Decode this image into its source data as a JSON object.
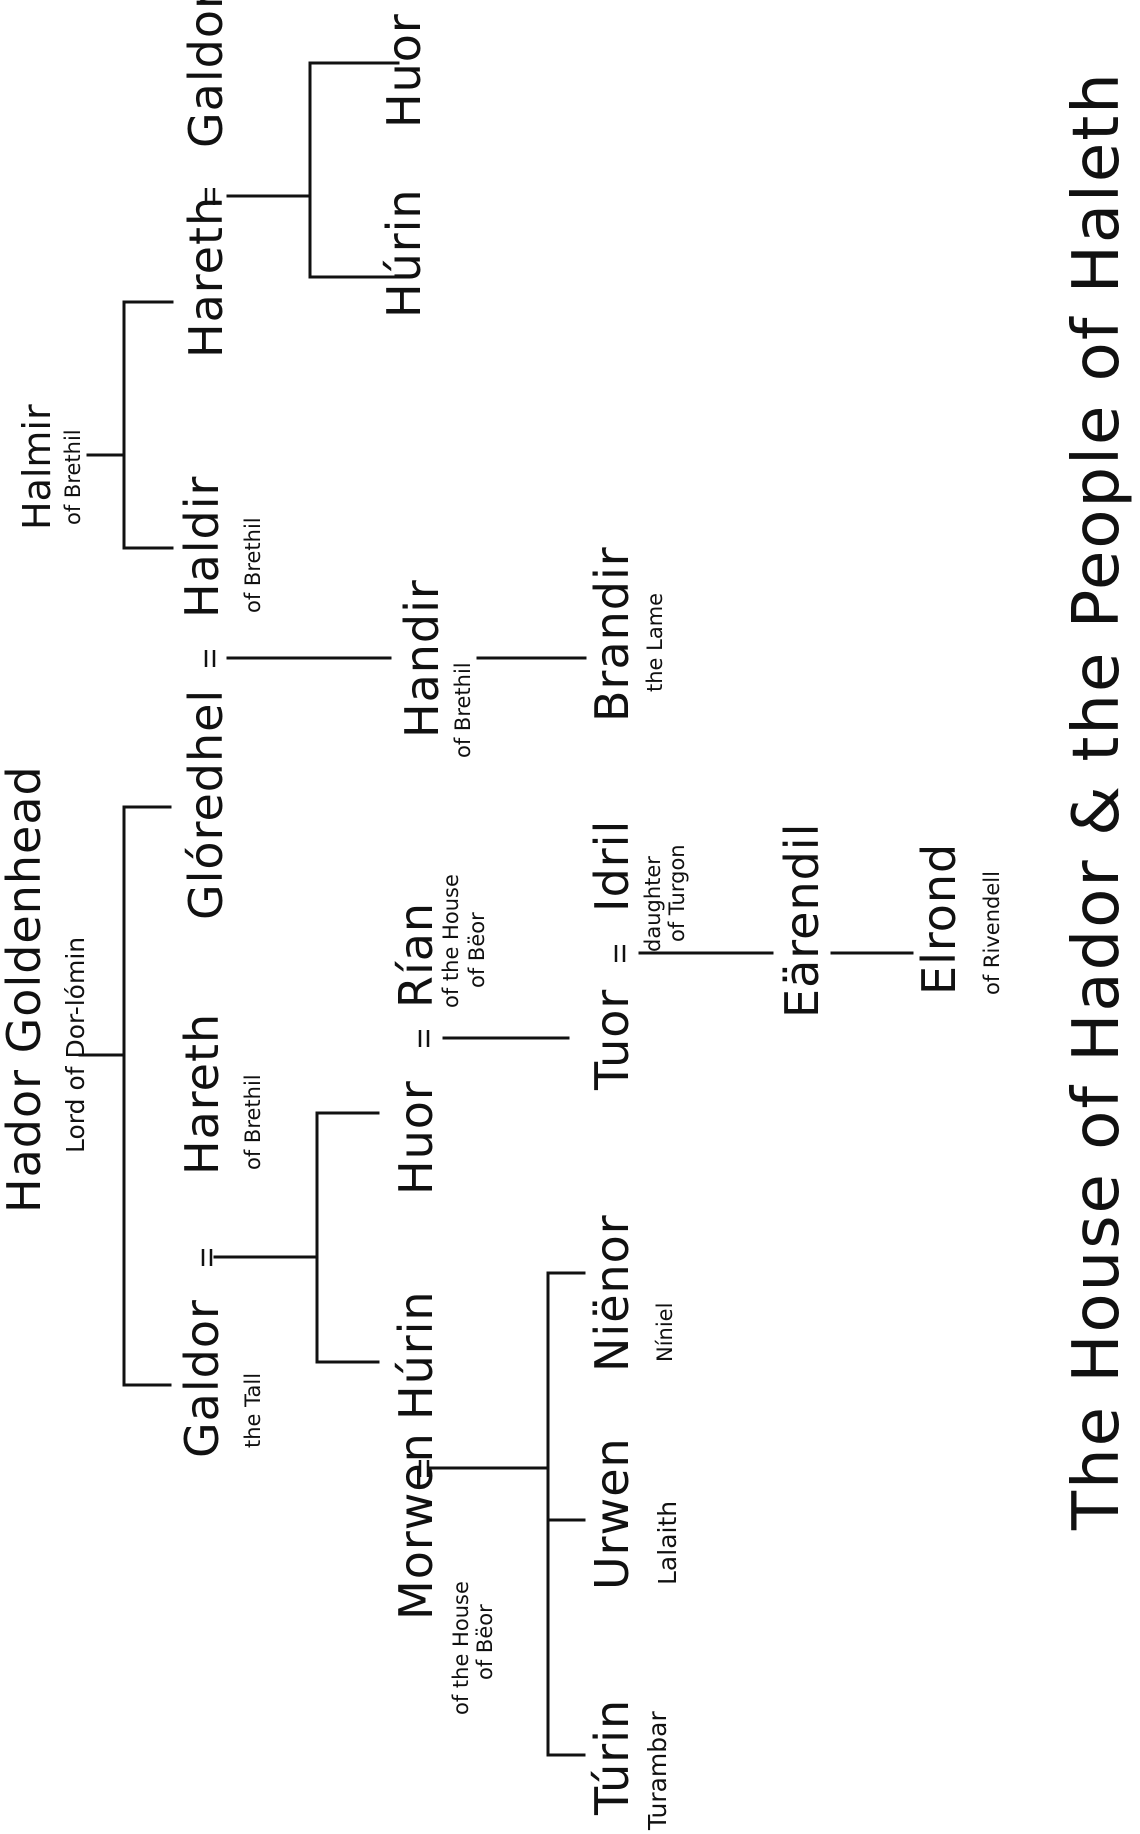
{
  "diagram": {
    "title": "The House of Hador & the People of Haleth",
    "persons": {
      "hador": {
        "name": "Hador Goldenhead",
        "note": "Lord of Dor-lómin"
      },
      "galdor_tall": {
        "name": "Galdor",
        "note": "the Tall"
      },
      "hareth_left": {
        "name": "Hareth",
        "note": "of Brethil"
      },
      "gloredhel": {
        "name": "Glóredhel"
      },
      "haldir": {
        "name": "Haldir",
        "note": "of Brethil"
      },
      "halmir": {
        "name": "Halmir",
        "note": "of Brethil"
      },
      "hareth_right": {
        "name": "Hareth"
      },
      "galdor_right": {
        "name": "Galdor"
      },
      "hurin_right": {
        "name": "Húrin"
      },
      "huor_right": {
        "name": "Huor"
      },
      "morwen": {
        "name": "Morwen",
        "note1": "of the House",
        "note2": "of Bëor"
      },
      "hurin_left": {
        "name": "Húrin"
      },
      "huor_left": {
        "name": "Huor"
      },
      "rian": {
        "name": "Rían",
        "note1": "of the House",
        "note2": "of Bëor"
      },
      "handir": {
        "name": "Handir",
        "note": "of Brethil"
      },
      "turin": {
        "name": "Túrin",
        "note": "Turambar"
      },
      "urwen": {
        "name": "Urwen",
        "note": "Lalaith"
      },
      "nienor": {
        "name": "Niënor",
        "note": "Níniel"
      },
      "tuor": {
        "name": "Tuor"
      },
      "idril": {
        "name": "Idril",
        "note1": "daughter",
        "note2": "of Turgon"
      },
      "brandir": {
        "name": "Brandir",
        "note": "the Lame"
      },
      "earendil": {
        "name": "Eärendil"
      },
      "elrond": {
        "name": "Elrond",
        "note": "of Rivendell"
      }
    }
  }
}
